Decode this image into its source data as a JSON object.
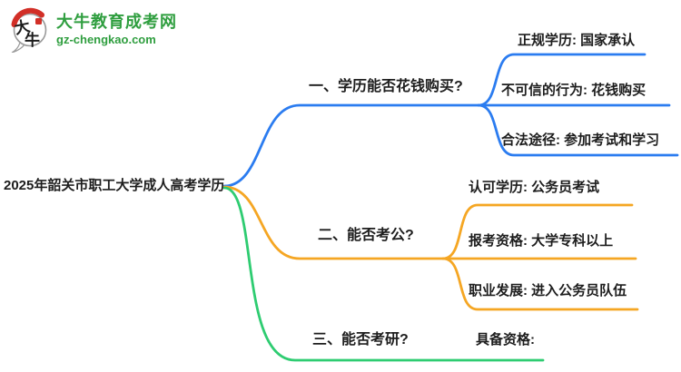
{
  "brand": {
    "name": "大牛教育成考网",
    "domain": "gz-chengkao.com",
    "logo_char_1": "大",
    "logo_char_2": "牛",
    "green": "#2f9e3f",
    "red": "#d22f27"
  },
  "mindmap": {
    "root": {
      "label": "2025年韶关市职工大学成人高考学历"
    },
    "branches": [
      {
        "label": "一、学历能否花钱购买?",
        "color": "#2b7cf0",
        "children": [
          {
            "label": "正规学历: 国家承认"
          },
          {
            "label": "不可信的行为: 花钱购买"
          },
          {
            "label": "合法途径: 参加考试和学习"
          }
        ]
      },
      {
        "label": "二、能否考公?",
        "color": "#f5a623",
        "children": [
          {
            "label": "认可学历: 公务员考试"
          },
          {
            "label": "报考资格: 大学专科以上"
          },
          {
            "label": "职业发展: 进入公务员队伍"
          }
        ]
      },
      {
        "label": "三、能否考研?",
        "color": "#2ecc71",
        "children": [
          {
            "label": "具备资格:"
          }
        ]
      }
    ]
  }
}
